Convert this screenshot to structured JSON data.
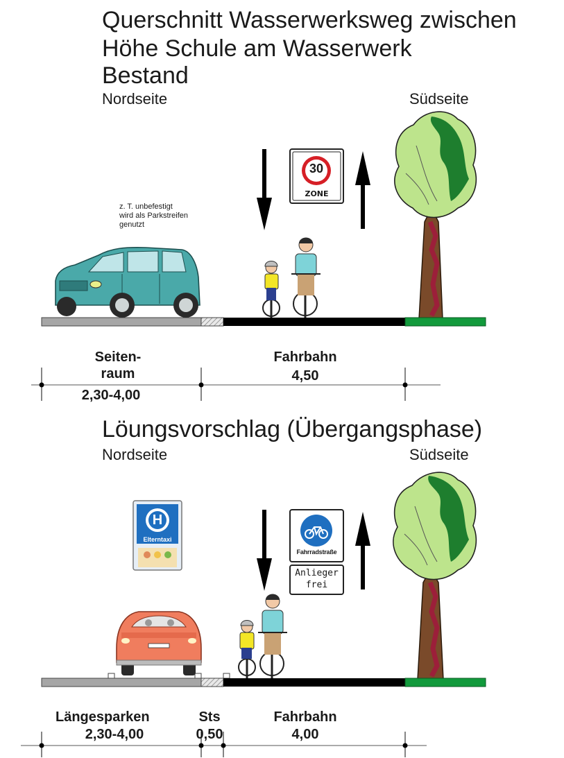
{
  "title": {
    "line1": "Querschnitt Wasserwerksweg zwischen",
    "line2": "Höhe Schule am Wasserwerk",
    "line3": "Bestand"
  },
  "section1": {
    "north_label": "Nordseite",
    "south_label": "Südseite",
    "note": [
      "z. T. unbefestigt",
      "wird als Parkstreifen",
      "genutzt"
    ],
    "sign_speed_number": "30",
    "sign_speed_zone": "ZONE",
    "dimensions": [
      {
        "label_lines": [
          "Seiten-",
          "raum"
        ],
        "value": "2,30-4,00"
      },
      {
        "label_lines": [
          "Fahrbahn"
        ],
        "value": "4,50"
      }
    ]
  },
  "section2": {
    "heading": "Löungsvorschlag (Übergangsphase)",
    "north_label": "Nordseite",
    "south_label": "Südseite",
    "sign_school_letter": "H",
    "sign_school_text": "Elterntaxi",
    "sign_bike_street": "Fahrradstraße",
    "sign_anlieger": [
      "Anlieger",
      "frei"
    ],
    "dimensions": [
      {
        "label": "Längesparken",
        "value": "2,30-4,00"
      },
      {
        "label": "Sts",
        "value": "0,50"
      },
      {
        "label": "Fahrbahn",
        "value": "4,00"
      }
    ]
  },
  "colors": {
    "road": "#000000",
    "sidewalk": "#a6a6a6",
    "grass": "#129a3c",
    "tree_foliage": "#bde48c",
    "tree_dark": "#1e7e2e",
    "trunk": "#7a4a2a",
    "trunk_accent": "#9c1f3a",
    "car_teal": "#4aa9a9",
    "car_coral": "#f07d5e",
    "sign_red": "#d61f26",
    "sign_blue": "#1f6fc0"
  }
}
